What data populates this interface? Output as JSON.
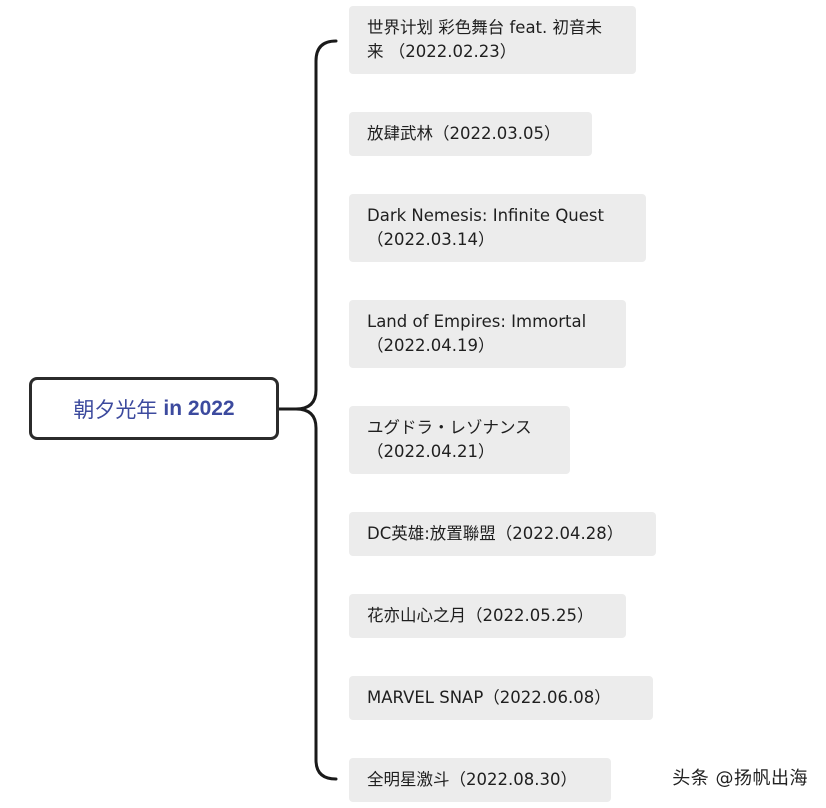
{
  "root": {
    "title_cn": "朝夕光年",
    "title_en": "in 2022"
  },
  "items": [
    {
      "line1": "世界计划 彩色舞台 feat. 初音未",
      "line2": "来 （2022.02.23）"
    },
    {
      "line1": "放肆武林（2022.03.05）",
      "line2": ""
    },
    {
      "line1": "Dark Nemesis: Infinite Quest",
      "line2": "（2022.03.14）"
    },
    {
      "line1": "Land of Empires: Immortal",
      "line2": "（2022.04.19）"
    },
    {
      "line1": "ユグドラ・レゾナンス",
      "line2": "（2022.04.21）"
    },
    {
      "line1": "DC英雄:放置聯盟（2022.04.28）",
      "line2": ""
    },
    {
      "line1": "花亦山心之月（2022.05.25）",
      "line2": ""
    },
    {
      "line1": "MARVEL SNAP（2022.06.08）",
      "line2": ""
    },
    {
      "line1": "全明星激斗（2022.08.30）",
      "line2": ""
    }
  ],
  "watermark": "头条 @扬帆出海",
  "colors": {
    "root_text": "#3c4a9e",
    "root_border": "#2b2b2b",
    "node_bg": "#ececec",
    "connector": "#1a1a1a"
  }
}
